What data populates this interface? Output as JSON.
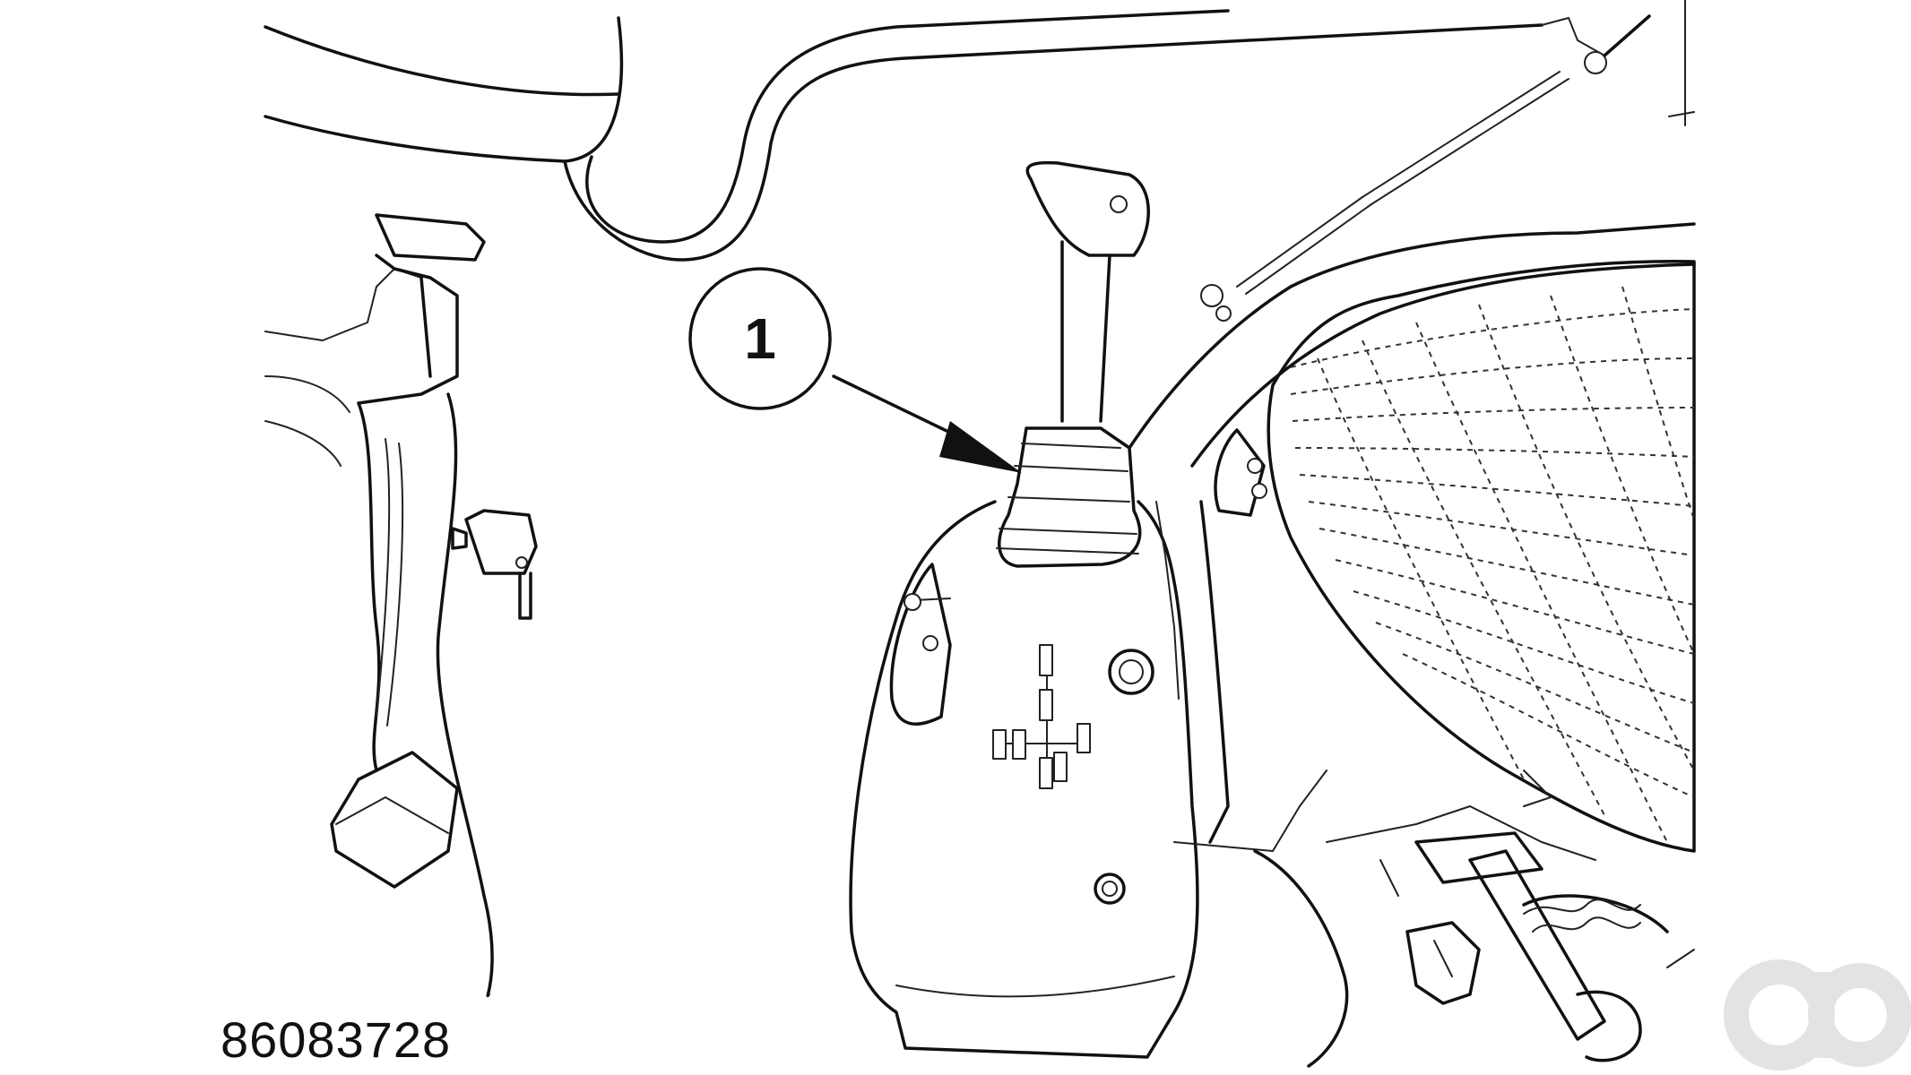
{
  "figure": {
    "number": "86083728"
  },
  "callouts": [
    {
      "label": "1"
    }
  ],
  "watermark": {
    "text": "ao",
    "color": "#e3e3e3"
  },
  "colors": {
    "line": "#111111",
    "background": "#ffffff"
  }
}
